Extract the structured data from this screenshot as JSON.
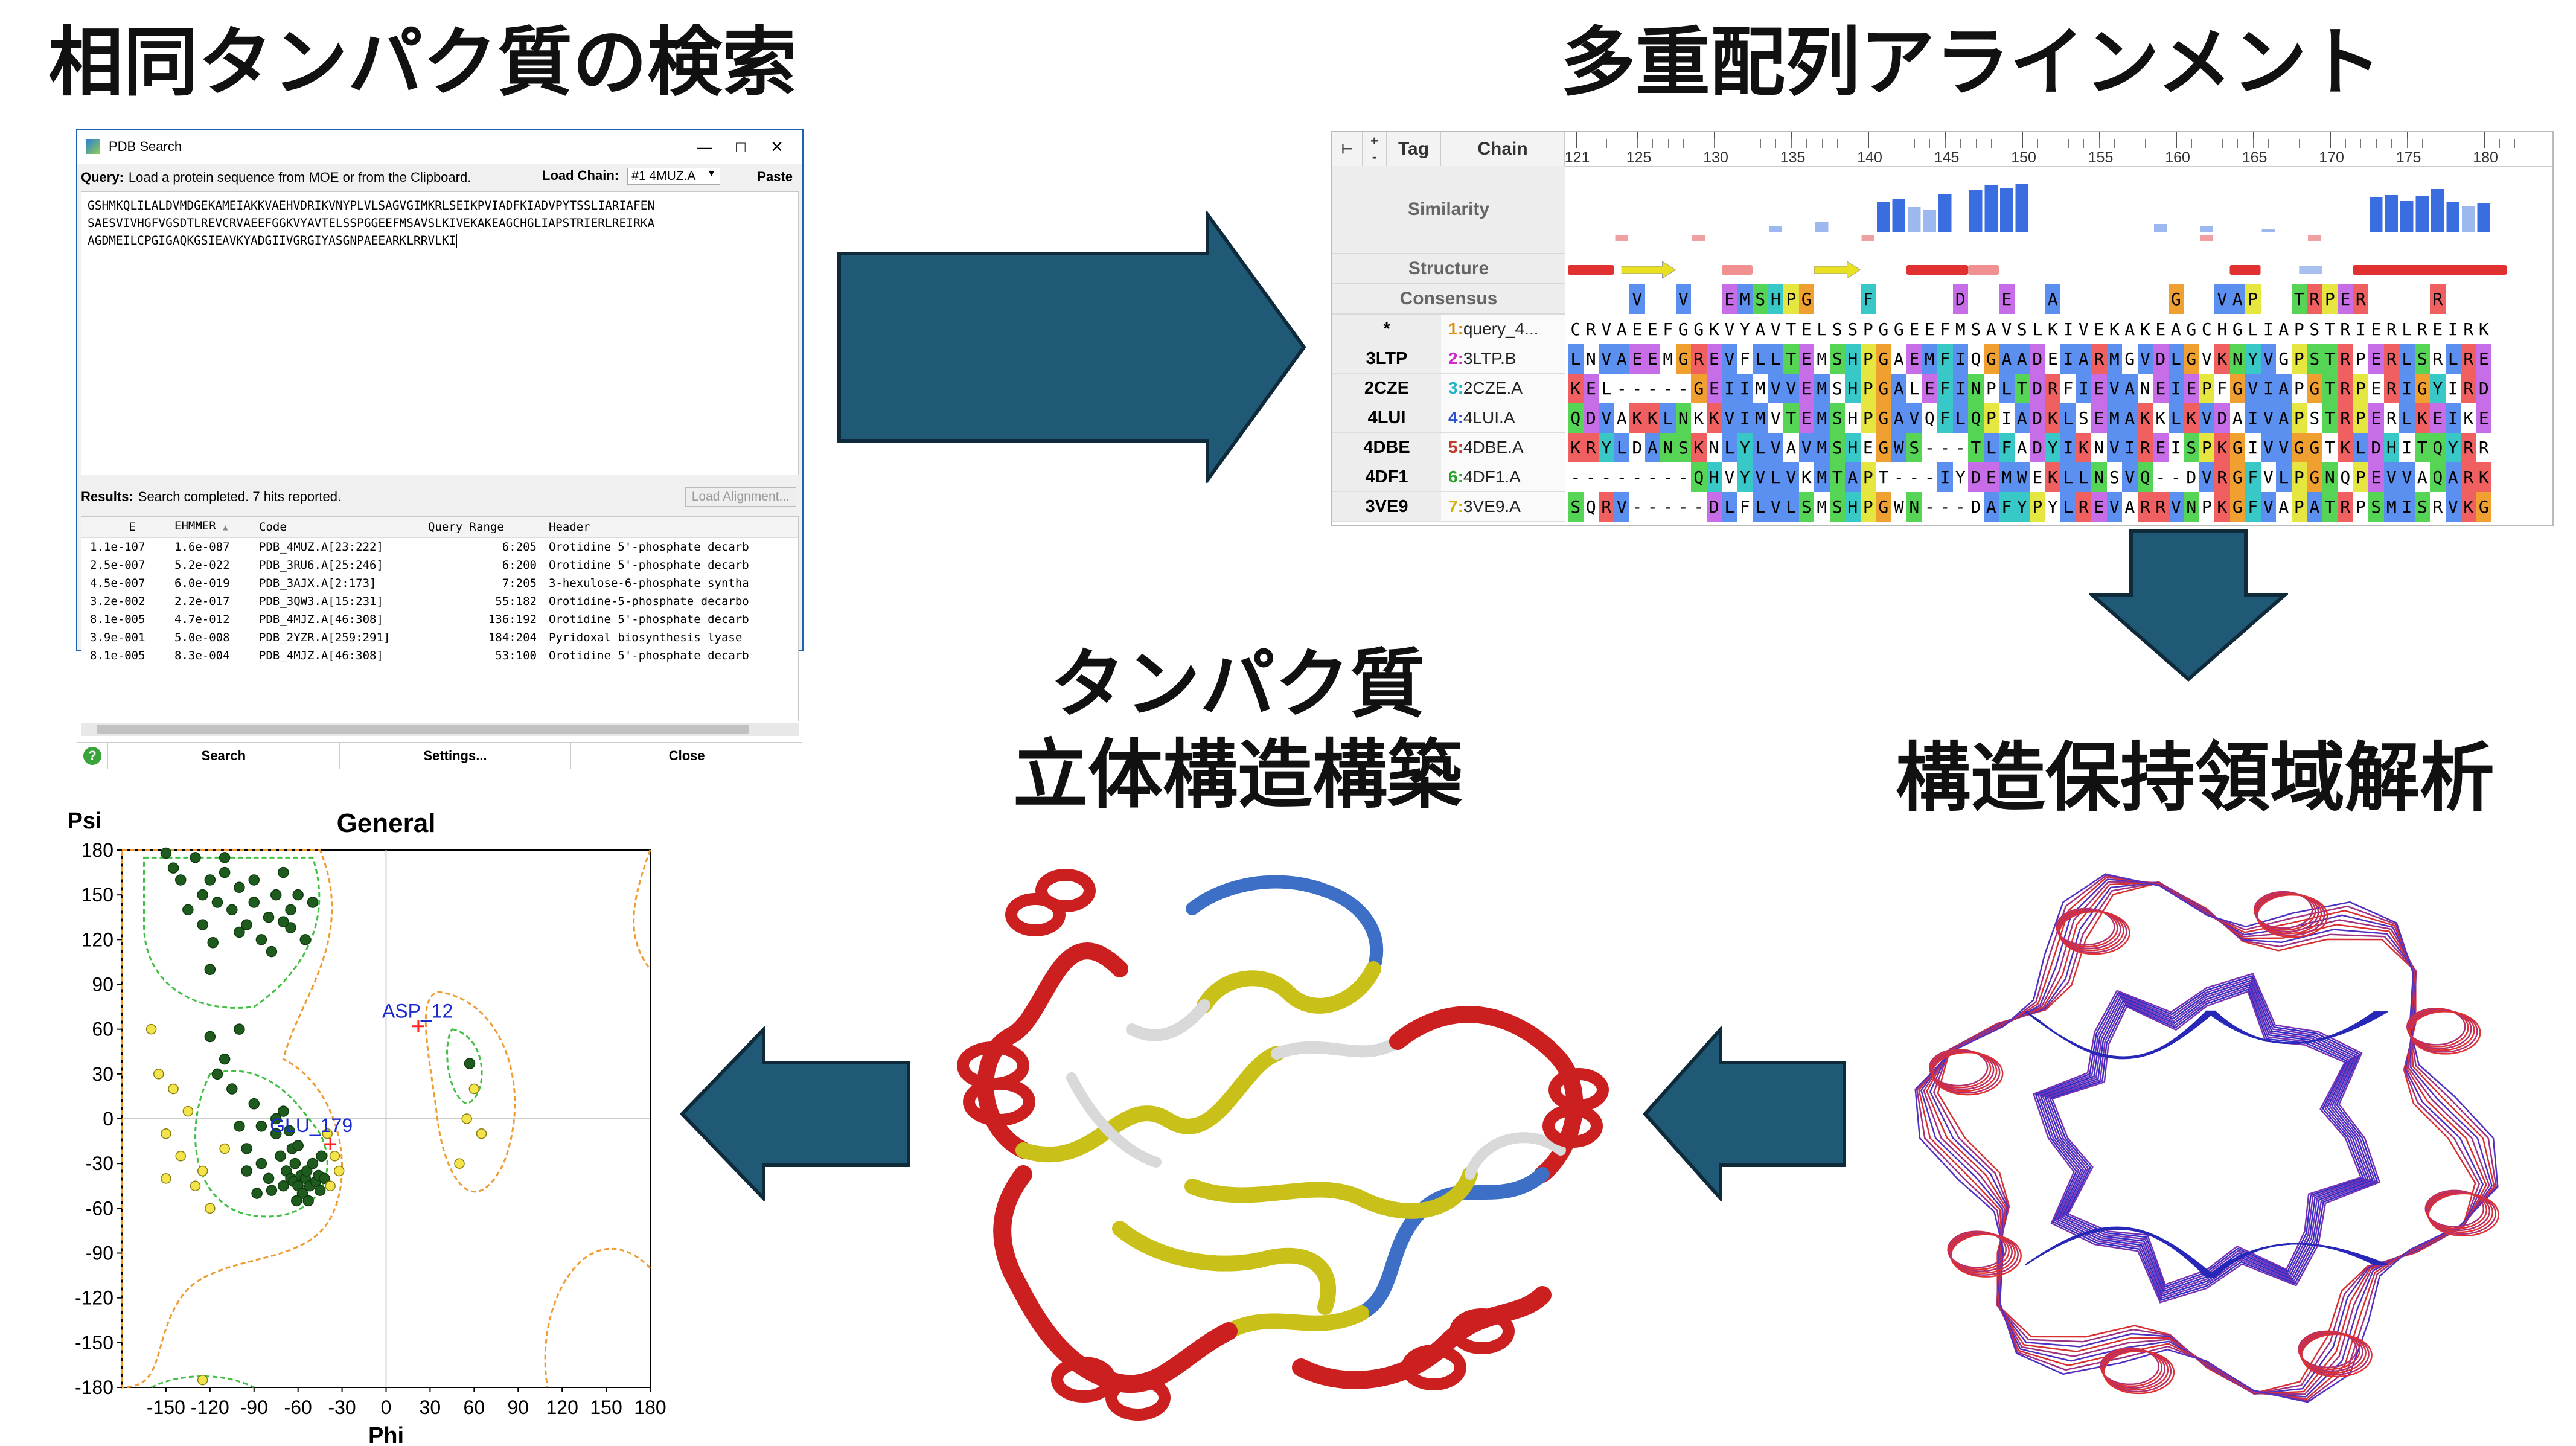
{
  "titles": {
    "search": "相同タンパク質の検索",
    "alignment": "多重配列アラインメント",
    "model_line1": "タンパク質",
    "model_line2": "立体構造構築",
    "analysis": "構造保持領域解析"
  },
  "pdb_window": {
    "title": "PDB Search",
    "query_label": "Query:",
    "query_text": "Load a protein sequence from MOE or from the Clipboard.",
    "load_chain_label": "Load Chain:",
    "load_chain_value": "#1 4MUZ.A",
    "paste_label": "Paste",
    "sequence_lines": [
      "GSHMKQLILALDVMDGEKAMEIAKKVAEHVDRIKVNYPLVLSAGVGIMKRLSEIKPVIADFKIADVPYTSSLIARIAFEN",
      "SAESVIVHGFVGSDTLREVCRVAEEFGGKVYAVTELSSPGGEEFMSAVSLKIVEKAKEAGCHGLIAPSTRIERLREIRKA",
      "AGDMEILCPGIGAQKGSIEAVKYADGIIVGRGIYASGNPAEEARKLRRVLKI"
    ],
    "results_label": "Results:",
    "results_text": "Search completed. 7 hits reported.",
    "load_alignment": "Load Alignment...",
    "columns": [
      "E",
      "EHMMER",
      "Code",
      "Query Range",
      "Header"
    ],
    "rows": [
      [
        "1.1e-107",
        "1.6e-087",
        "PDB_4MUZ.A[23:222]",
        "6:205",
        "Orotidine 5'-phosphate decarb"
      ],
      [
        "2.5e-007",
        "5.2e-022",
        "PDB_3RU6.A[25:246]",
        "6:200",
        "Orotidine 5'-phosphate decarb"
      ],
      [
        "4.5e-007",
        "6.0e-019",
        "PDB_3AJX.A[2:173]",
        "7:205",
        "3-hexulose-6-phosphate syntha"
      ],
      [
        "3.2e-002",
        "2.2e-017",
        "PDB_3QW3.A[15:231]",
        "55:182",
        "Orotidine-5-phosphate decarbo"
      ],
      [
        "8.1e-005",
        "4.7e-012",
        "PDB_4MJZ.A[46:308]",
        "136:192",
        "Orotidine 5'-phosphate decarb"
      ],
      [
        "3.9e-001",
        "5.0e-008",
        "PDB_2YZR.A[259:291]",
        "184:204",
        "Pyridoxal biosynthesis lyase"
      ],
      [
        "8.1e-005",
        "8.3e-004",
        "PDB_4MJZ.A[46:308]",
        "53:100",
        "Orotidine 5'-phosphate decarb"
      ]
    ],
    "buttons": [
      "Search",
      "Settings...",
      "Close"
    ]
  },
  "alignment": {
    "header_tag": "Tag",
    "header_chain": "Chain",
    "ruler": [
      "121",
      "125",
      "130",
      "135",
      "140",
      "145",
      "150",
      "155",
      "160",
      "165",
      "170",
      "175",
      "180"
    ],
    "row_labels": [
      "Similarity",
      "Structure",
      "Consensus"
    ],
    "consensus": "    V  V  EMSHPG   F     D  E  A       G  VAP  TRPER    R",
    "sequences": [
      {
        "id": "*",
        "chain": "1: query_4...",
        "seq": "CRVAEEFGGKVYAVTELSSPGGEEFMSAVSLKIVEKAKEAGCHGLIAPSTRIERLREIRK",
        "num_color": "#e08a00"
      },
      {
        "id": "3LTP",
        "chain": "2: 3LTP.B",
        "seq": "LNVAEEMGREVFLLTEMSHPGAEMFIQGAADEIARMGVDLGVKNYVGPSTRPERLSRLRE",
        "num_color": "#d02ad0"
      },
      {
        "id": "2CZE",
        "chain": "3: 2CZE.A",
        "seq": "KEL-----GEIIMVVEMSHPGALEFINPLTDRFIEVANEIEPFGVIAPGTRPERIGYIRD",
        "num_color": "#1fb5c9"
      },
      {
        "id": "4LUI",
        "chain": "4: 4LUI.A",
        "seq": "QDVAKKLNKKVIMVTEMSHPGAVQFLQPIADKLSEMAKKLKVDAIVAPSTRPERLKEIKE",
        "num_color": "#2a4fd0"
      },
      {
        "id": "4DBE",
        "chain": "5: 4DBE.A",
        "seq": "KRYLDANSKNLYLVAVMSHEGWS---TLFADYIKNVIREISPKGIVVGGTKLDHITQYRR",
        "num_color": "#c0392b"
      },
      {
        "id": "4DF1",
        "chain": "6: 4DF1.A",
        "seq": "--------QHVYVLVKMTAPT---IYDEMWEKLLNSVQ--DVRGFVLPGNQPEVVAQARK",
        "num_color": "#2aa02a"
      },
      {
        "id": "3VE9",
        "chain": "7: 3VE9.A",
        "seq": "SQRV-----DLFLVLSMSHPGWN---DAFYPYLREVARRVNPKGFVAPATRPSMISRVKG",
        "num_color": "#d4b000"
      }
    ],
    "colors": {
      "hydrophobic": "#5b8ff0",
      "charged_pos": "#f06060",
      "charged_neg": "#c86de8",
      "polar": "#55d455",
      "gly": "#f0a030",
      "pro": "#e6e640",
      "aromatic": "#38c8c8"
    }
  },
  "ramachandran": {
    "title": "General",
    "xlabel": "Phi",
    "ylabel": "Psi",
    "ticks": [
      "180",
      "150",
      "120",
      "90",
      "60",
      "30",
      "0",
      "-30",
      "-60",
      "-90",
      "-120",
      "-150",
      "-180"
    ],
    "xticks": [
      "-150",
      "-120",
      "-90",
      "-60",
      "-30",
      "0",
      "30",
      "60",
      "90",
      "120",
      "150",
      "180"
    ],
    "annotations": [
      "ASP_12",
      "GLU_179"
    ]
  },
  "chart_data": {
    "type": "scatter",
    "title": "General",
    "xlabel": "Phi",
    "ylabel": "Psi",
    "xlim": [
      -180,
      180
    ],
    "ylim": [
      -180,
      180
    ],
    "series": [
      {
        "name": "",
        "color": "#1f5a1f",
        "points": [
          [
            -145,
            168
          ],
          [
            -140,
            160
          ],
          [
            -130,
            175
          ],
          [
            -125,
            150
          ],
          [
            -120,
            160
          ],
          [
            -115,
            145
          ],
          [
            -110,
            165
          ],
          [
            -105,
            140
          ],
          [
            -100,
            155
          ],
          [
            -95,
            130
          ],
          [
            -90,
            145
          ],
          [
            -85,
            120
          ],
          [
            -80,
            135
          ],
          [
            -75,
            150
          ],
          [
            -70,
            165
          ],
          [
            -65,
            140
          ],
          [
            -60,
            150
          ],
          [
            -55,
            120
          ],
          [
            -50,
            145
          ],
          [
            -125,
            130
          ],
          [
            -135,
            140
          ],
          [
            -118,
            118
          ],
          [
            -78,
            112
          ],
          [
            -90,
            160
          ],
          [
            -100,
            125
          ],
          [
            -65,
            128
          ],
          [
            -150,
            178
          ],
          [
            -110,
            175
          ],
          [
            -70,
            132
          ],
          [
            -120,
            100
          ],
          [
            -110,
            40
          ],
          [
            -105,
            20
          ],
          [
            -100,
            -5
          ],
          [
            -95,
            -20
          ],
          [
            -90,
            10
          ],
          [
            -85,
            -30
          ],
          [
            -80,
            -40
          ],
          [
            -75,
            -10
          ],
          [
            -70,
            -45
          ],
          [
            -68,
            -35
          ],
          [
            -65,
            -40
          ],
          [
            -63,
            -42
          ],
          [
            -62,
            -30
          ],
          [
            -60,
            -45
          ],
          [
            -58,
            -38
          ],
          [
            -57,
            -50
          ],
          [
            -55,
            -40
          ],
          [
            -54,
            -35
          ],
          [
            -52,
            -45
          ],
          [
            -50,
            -30
          ],
          [
            -48,
            -42
          ],
          [
            -46,
            -38
          ],
          [
            -45,
            -48
          ],
          [
            -44,
            -25
          ],
          [
            -42,
            -40
          ],
          [
            -64,
            -20
          ],
          [
            -72,
            -25
          ],
          [
            -66,
            -8
          ],
          [
            -61,
            -55
          ],
          [
            -53,
            -55
          ],
          [
            -78,
            -48
          ],
          [
            -88,
            -50
          ],
          [
            -60,
            -18
          ],
          [
            -75,
            0
          ],
          [
            -70,
            5
          ],
          [
            -95,
            -35
          ],
          [
            -120,
            55
          ],
          [
            -115,
            30
          ],
          [
            -100,
            60
          ],
          [
            -85,
            -5
          ],
          [
            57,
            37
          ]
        ]
      },
      {
        "name": "",
        "color": "#f2e44a",
        "points": [
          [
            -145,
            20
          ],
          [
            -150,
            -10
          ],
          [
            -140,
            -25
          ],
          [
            -130,
            -45
          ],
          [
            -120,
            -60
          ],
          [
            -150,
            -40
          ],
          [
            -110,
            -20
          ],
          [
            -135,
            5
          ],
          [
            -125,
            -35
          ],
          [
            -155,
            30
          ],
          [
            -40,
            -10
          ],
          [
            -35,
            -25
          ],
          [
            -32,
            -35
          ],
          [
            -38,
            -45
          ],
          [
            60,
            20
          ],
          [
            55,
            0
          ],
          [
            65,
            -10
          ],
          [
            50,
            -30
          ],
          [
            -125,
            -175
          ],
          [
            -160,
            60
          ]
        ]
      },
      {
        "name": "ASP_12",
        "color": "#ff2020",
        "points": [
          [
            22,
            62
          ]
        ]
      },
      {
        "name": "GLU_179",
        "color": "#ff2020",
        "points": [
          [
            -38,
            -17
          ]
        ]
      }
    ]
  }
}
